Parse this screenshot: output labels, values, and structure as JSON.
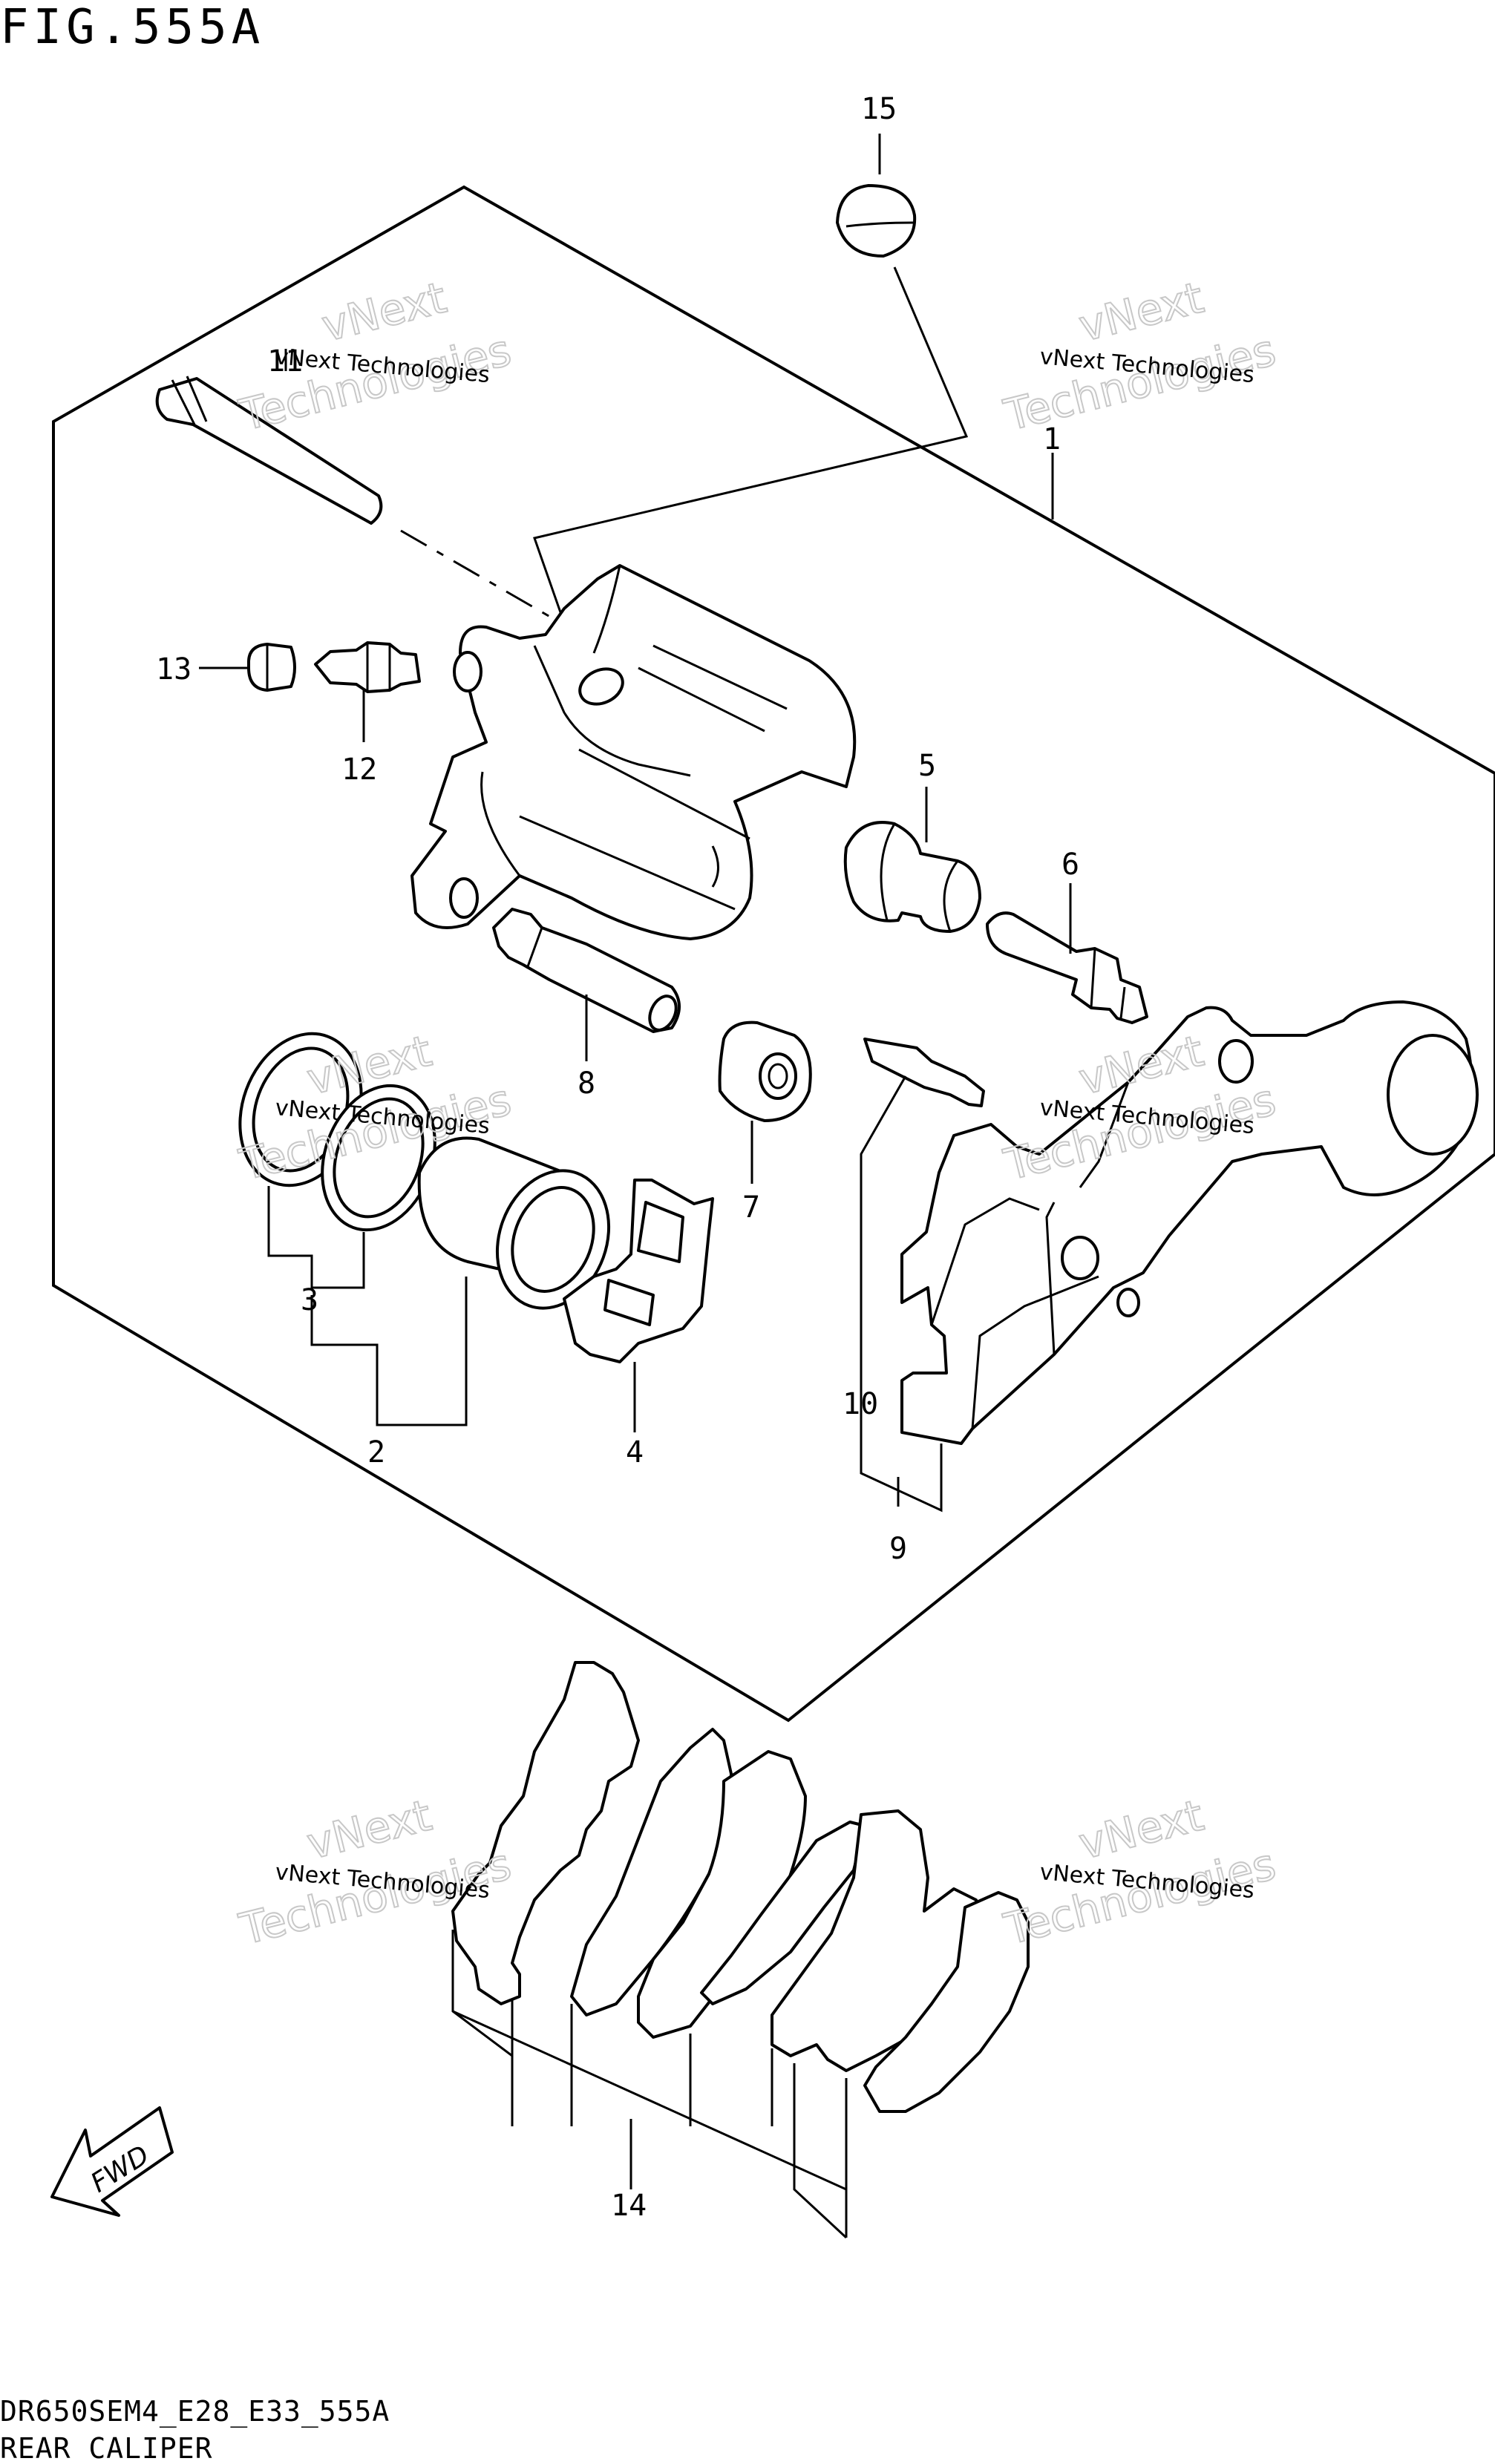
{
  "figure": {
    "title": "FIG.555A",
    "model_code": "DR650SEM4_E28_E33_555A",
    "caption": "REAR CALIPER"
  },
  "watermark": {
    "line1": "vNext Technologies",
    "line2": "vNext",
    "line3": "Technologies"
  },
  "callouts": {
    "p1": "1",
    "p2": "2",
    "p3": "3",
    "p4": "4",
    "p5": "5",
    "p6": "6",
    "p7": "7",
    "p8": "8",
    "p9": "9",
    "p10": "10",
    "p11": "11",
    "p12": "12",
    "p13": "13",
    "p14": "14",
    "p15": "15"
  },
  "badge": {
    "fwd": "FWD"
  }
}
